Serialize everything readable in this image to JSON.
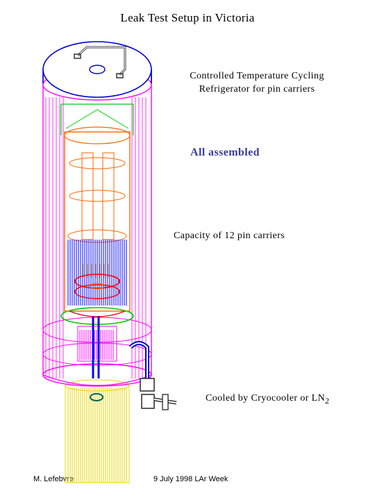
{
  "title": "Leak Test Setup in Victoria",
  "annotations": {
    "refrigerator_line1": "Controlled Temperature Cycling",
    "refrigerator_line2": "Refrigerator for pin carriers",
    "assembled": "All assembled",
    "capacity": "Capacity of 12 pin carriers",
    "cooling_text": "Cooled by Cryocooler or LN",
    "cooling_subscript": "2"
  },
  "footer": {
    "author": "M. Lefebvre",
    "event": "9 July 1998 LAr Week"
  },
  "colors": {
    "outer_vessel": "#ff00ff",
    "inner_can": "#ff6600",
    "flange_ring": "#00cc00",
    "inner_bottom": "#ff0000",
    "cold_column": "#0000ff",
    "lower_cryo": "#e6d700",
    "assembled_text": "#3b3b9f"
  }
}
